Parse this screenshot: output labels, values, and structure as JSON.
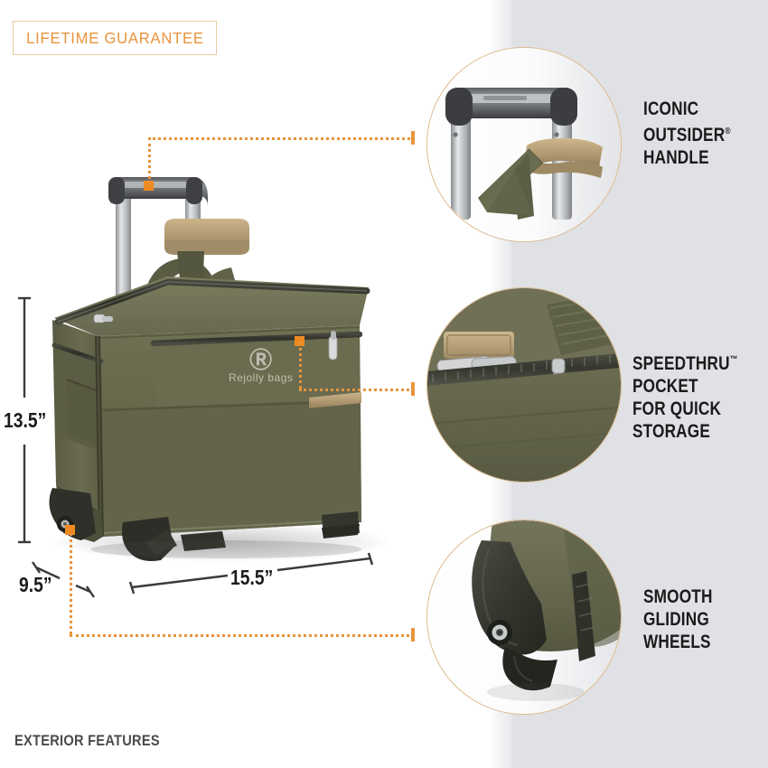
{
  "badge": {
    "label": "LIFETIME GUARANTEE",
    "border_color": "#e9cba6",
    "text_color": "#e8943c"
  },
  "footer": {
    "label": "EXTERIOR FEATURES",
    "color": "#4a4a4a"
  },
  "accent_colors": {
    "orange": "#e8943c",
    "orange_marker": "#ef8a22",
    "circle_ring": "#dcb98c",
    "panel_gray": "#dfe1e5",
    "bag_olive": "#6b6b4e",
    "bag_olive_dark": "#4d4f38",
    "leather_tan": "#b79f72",
    "hardware_silver": "#c8cacb",
    "hardware_dark": "#3a3a36"
  },
  "features": [
    {
      "id": "iconic-outsider-handle",
      "lines": [
        "ICONIC",
        "OUTSIDER®",
        "HANDLE"
      ],
      "line1": "ICONIC",
      "line2": "OUTSIDER",
      "line2_sup": "®",
      "line3": "HANDLE",
      "circle_detail": "telescoping-handle-with-strap"
    },
    {
      "id": "speedthru-pocket",
      "lines": [
        "SPEEDTHRU™",
        "POCKET",
        "FOR QUICK",
        "STORAGE"
      ],
      "line1": "SPEEDTHRU",
      "line1_sup": "™",
      "line2": "POCKET",
      "line3": "FOR QUICK",
      "line4": "STORAGE",
      "circle_detail": "zippered-front-pocket"
    },
    {
      "id": "smooth-gliding-wheels",
      "lines": [
        "SMOOTH",
        "GLIDING",
        "WHEELS"
      ],
      "line1": "SMOOTH",
      "line2": "GLIDING",
      "line3": "WHEELS",
      "circle_detail": "inline-skate-wheel"
    }
  ],
  "dimensions": {
    "height": "13.5”",
    "width": "15.5”",
    "depth": "9.5”"
  },
  "watermark": {
    "logo_glyph": "Ⓡ",
    "name": "Rejolly bags"
  },
  "product": {
    "type": "rolling-cabin-bag",
    "color_name": "olive"
  }
}
